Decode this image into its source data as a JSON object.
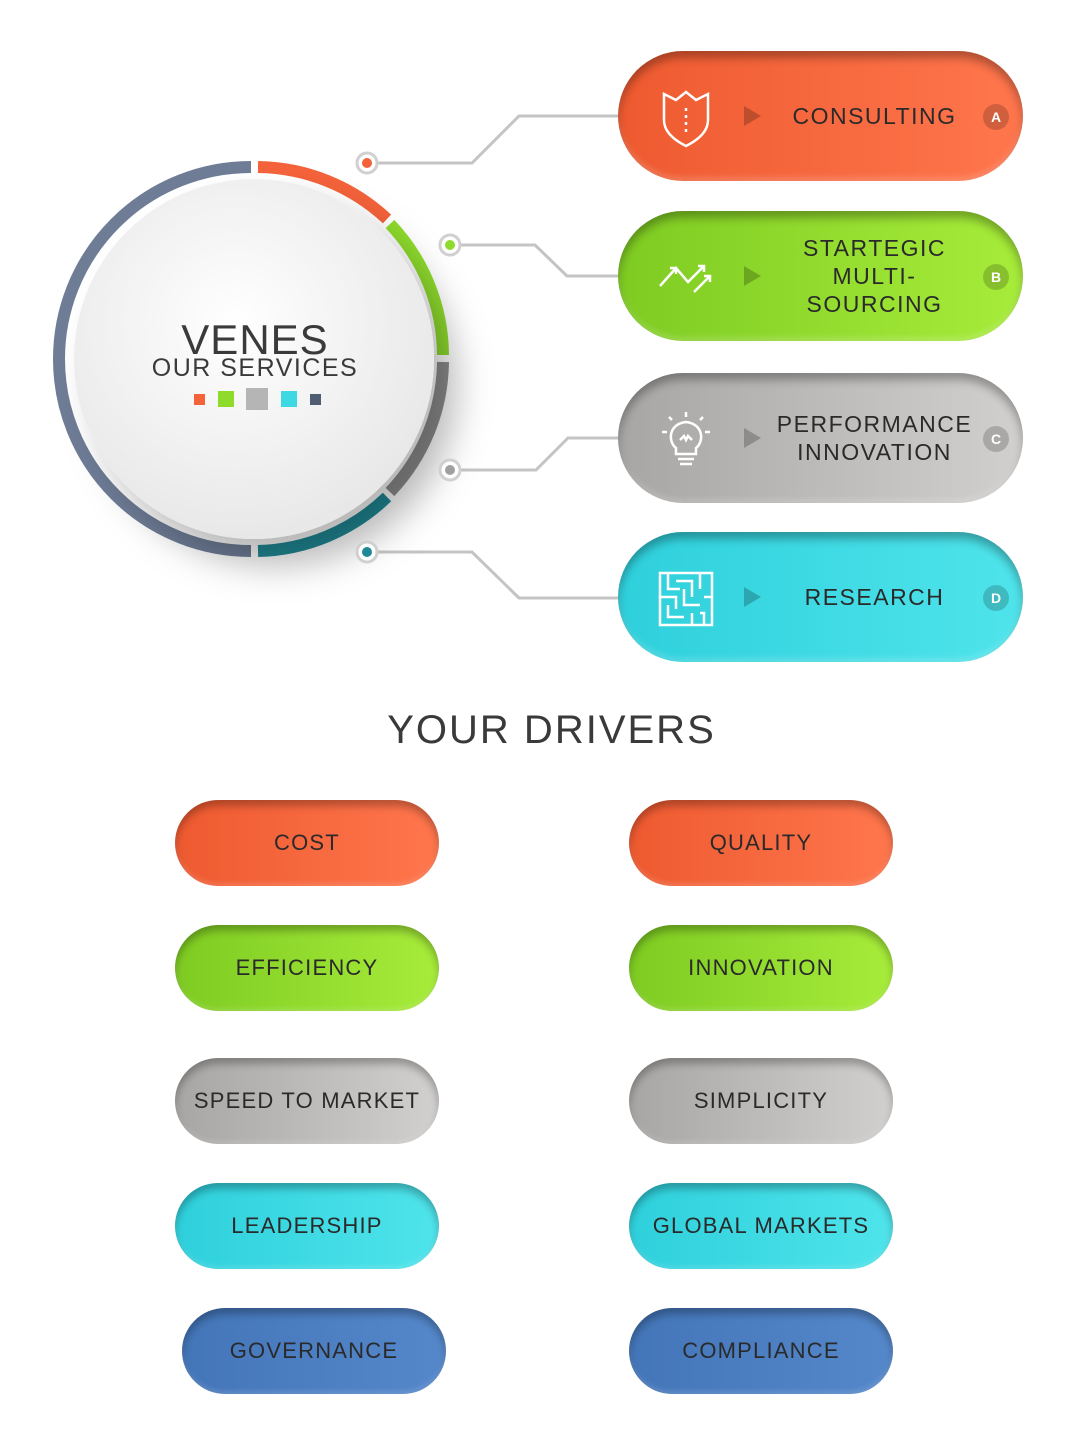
{
  "colors": {
    "orange": "#F4623A",
    "green": "#8EDB2C",
    "gray": "#B5B3B1",
    "cyan": "#3DD9E3",
    "blue": "#4A7BBF",
    "slate": "#4F5D73"
  },
  "center": {
    "title": "VENES",
    "subtitle": "OUR SERVICES",
    "swatches": [
      "orange",
      "green",
      "gray",
      "cyan",
      "slate"
    ]
  },
  "services": [
    {
      "label": "CONSULTING",
      "badge": "A",
      "icon": "shield-icon",
      "color": "orange"
    },
    {
      "label": "STARTEGIC\nMULTI-SOURCING",
      "badge": "B",
      "icon": "trend-arrows-icon",
      "color": "green"
    },
    {
      "label": "PERFORMANCE\nINNOVATION",
      "badge": "C",
      "icon": "lightbulb-icon",
      "color": "gray"
    },
    {
      "label": "RESEARCH",
      "badge": "D",
      "icon": "maze-icon",
      "color": "cyan"
    }
  ],
  "drivers": {
    "title": "YOUR DRIVERS",
    "items": [
      {
        "label": "COST",
        "color": "orange"
      },
      {
        "label": "QUALITY",
        "color": "orange"
      },
      {
        "label": "EFFICIENCY",
        "color": "green"
      },
      {
        "label": "INNOVATION",
        "color": "green"
      },
      {
        "label": "SPEED TO MARKET",
        "color": "gray"
      },
      {
        "label": "SIMPLICITY",
        "color": "gray"
      },
      {
        "label": "LEADERSHIP",
        "color": "cyan"
      },
      {
        "label": "GLOBAL MARKETS",
        "color": "cyan"
      },
      {
        "label": "GOVERNANCE",
        "color": "blue"
      },
      {
        "label": "COMPLIANCE",
        "color": "blue"
      }
    ]
  }
}
